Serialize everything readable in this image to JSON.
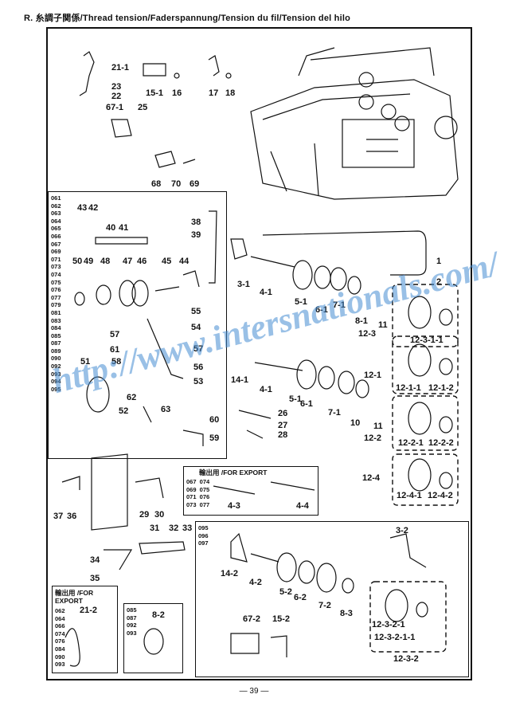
{
  "header": {
    "title": "R. 糸調子関係/Thread tension/Faderspannung/Tension du fil/Tension del hilo"
  },
  "watermark": "http://www.intersnationals.com/",
  "code_lists": {
    "main_left": "061\n062\n063\n064\n065\n066\n067\n069\n071\n073\n074\n075\n076\n077\n079\n081\n083\n084\n085\n087\n089\n090\n092\n093\n094\n095",
    "export_box": "067  074\n069  075\n071  076\n073  077",
    "lower_box": "095\n096\n097",
    "left_small": "062\n064\n066\n074\n076\n084\n090\n093",
    "mid_small": "085\n087\n092\n093"
  },
  "export_labels": {
    "center": "輸出用 /FOR EXPORT",
    "left_line1": "輸出用 /FOR",
    "left_line2": "EXPORT"
  },
  "part_labels": {
    "p21_1": "21-1",
    "p23": "23",
    "p22": "22",
    "p15_1": "15-1",
    "p16": "16",
    "p17": "17",
    "p18": "18",
    "p67_1": "67-1",
    "p25": "25",
    "p68": "68",
    "p70": "70",
    "p69": "69",
    "p43": "43",
    "p42": "42",
    "p40": "40",
    "p41": "41",
    "p38": "38",
    "p39": "39",
    "p50": "50",
    "p49": "49",
    "p48": "48",
    "p47": "47",
    "p46": "46",
    "p45": "45",
    "p44": "44",
    "p55": "55",
    "p54": "54",
    "p57a": "57",
    "p61": "61",
    "p57b": "57",
    "p58": "58",
    "p56": "56",
    "p53": "53",
    "p51": "51",
    "p62": "62",
    "p52": "52",
    "p63": "63",
    "p60": "60",
    "p59": "59",
    "p1": "1",
    "p2": "2",
    "p3_1": "3-1",
    "p4_1": "4-1",
    "p5_1": "5-1",
    "p6_1": "6-1",
    "p7_1": "7-1",
    "p8_1": "8-1",
    "p11a": "11",
    "p12_3": "12-3",
    "p12_3_1_1": "12-3-1-1",
    "p12_1": "12-1",
    "p12_1_1": "12-1-1",
    "p12_1_2": "12-1-2",
    "p14_1": "14-1",
    "p4_1b": "4-1",
    "p5_1b": "5-1",
    "p6_1b": "6-1",
    "p7_1b": "7-1",
    "p10": "10",
    "p11b": "11",
    "p26": "26",
    "p27": "27",
    "p28": "28",
    "p12_2": "12-2",
    "p12_2_1": "12-2-1",
    "p12_2_2": "12-2-2",
    "p12_4": "12-4",
    "p12_4_1": "12-4-1",
    "p12_4_2": "12-4-2",
    "p37": "37",
    "p36": "36",
    "p29": "29",
    "p30": "30",
    "p4_3": "4-3",
    "p4_4": "4-4",
    "p31": "31",
    "p32": "32",
    "p33": "33",
    "p34": "34",
    "p35": "35",
    "p14_2": "14-2",
    "p4_2": "4-2",
    "p5_2": "5-2",
    "p6_2": "6-2",
    "p7_2": "7-2",
    "p8_3": "8-3",
    "p3_2": "3-2",
    "p12_3_2_1": "12-3-2-1",
    "p12_3_2_1_1": "12-3-2-1-1",
    "p12_3_2": "12-3-2",
    "p67_2": "67-2",
    "p15_2": "15-2",
    "p21_2": "21-2",
    "p8_2": "8-2"
  },
  "footer": {
    "page_number": "— 39 —"
  }
}
